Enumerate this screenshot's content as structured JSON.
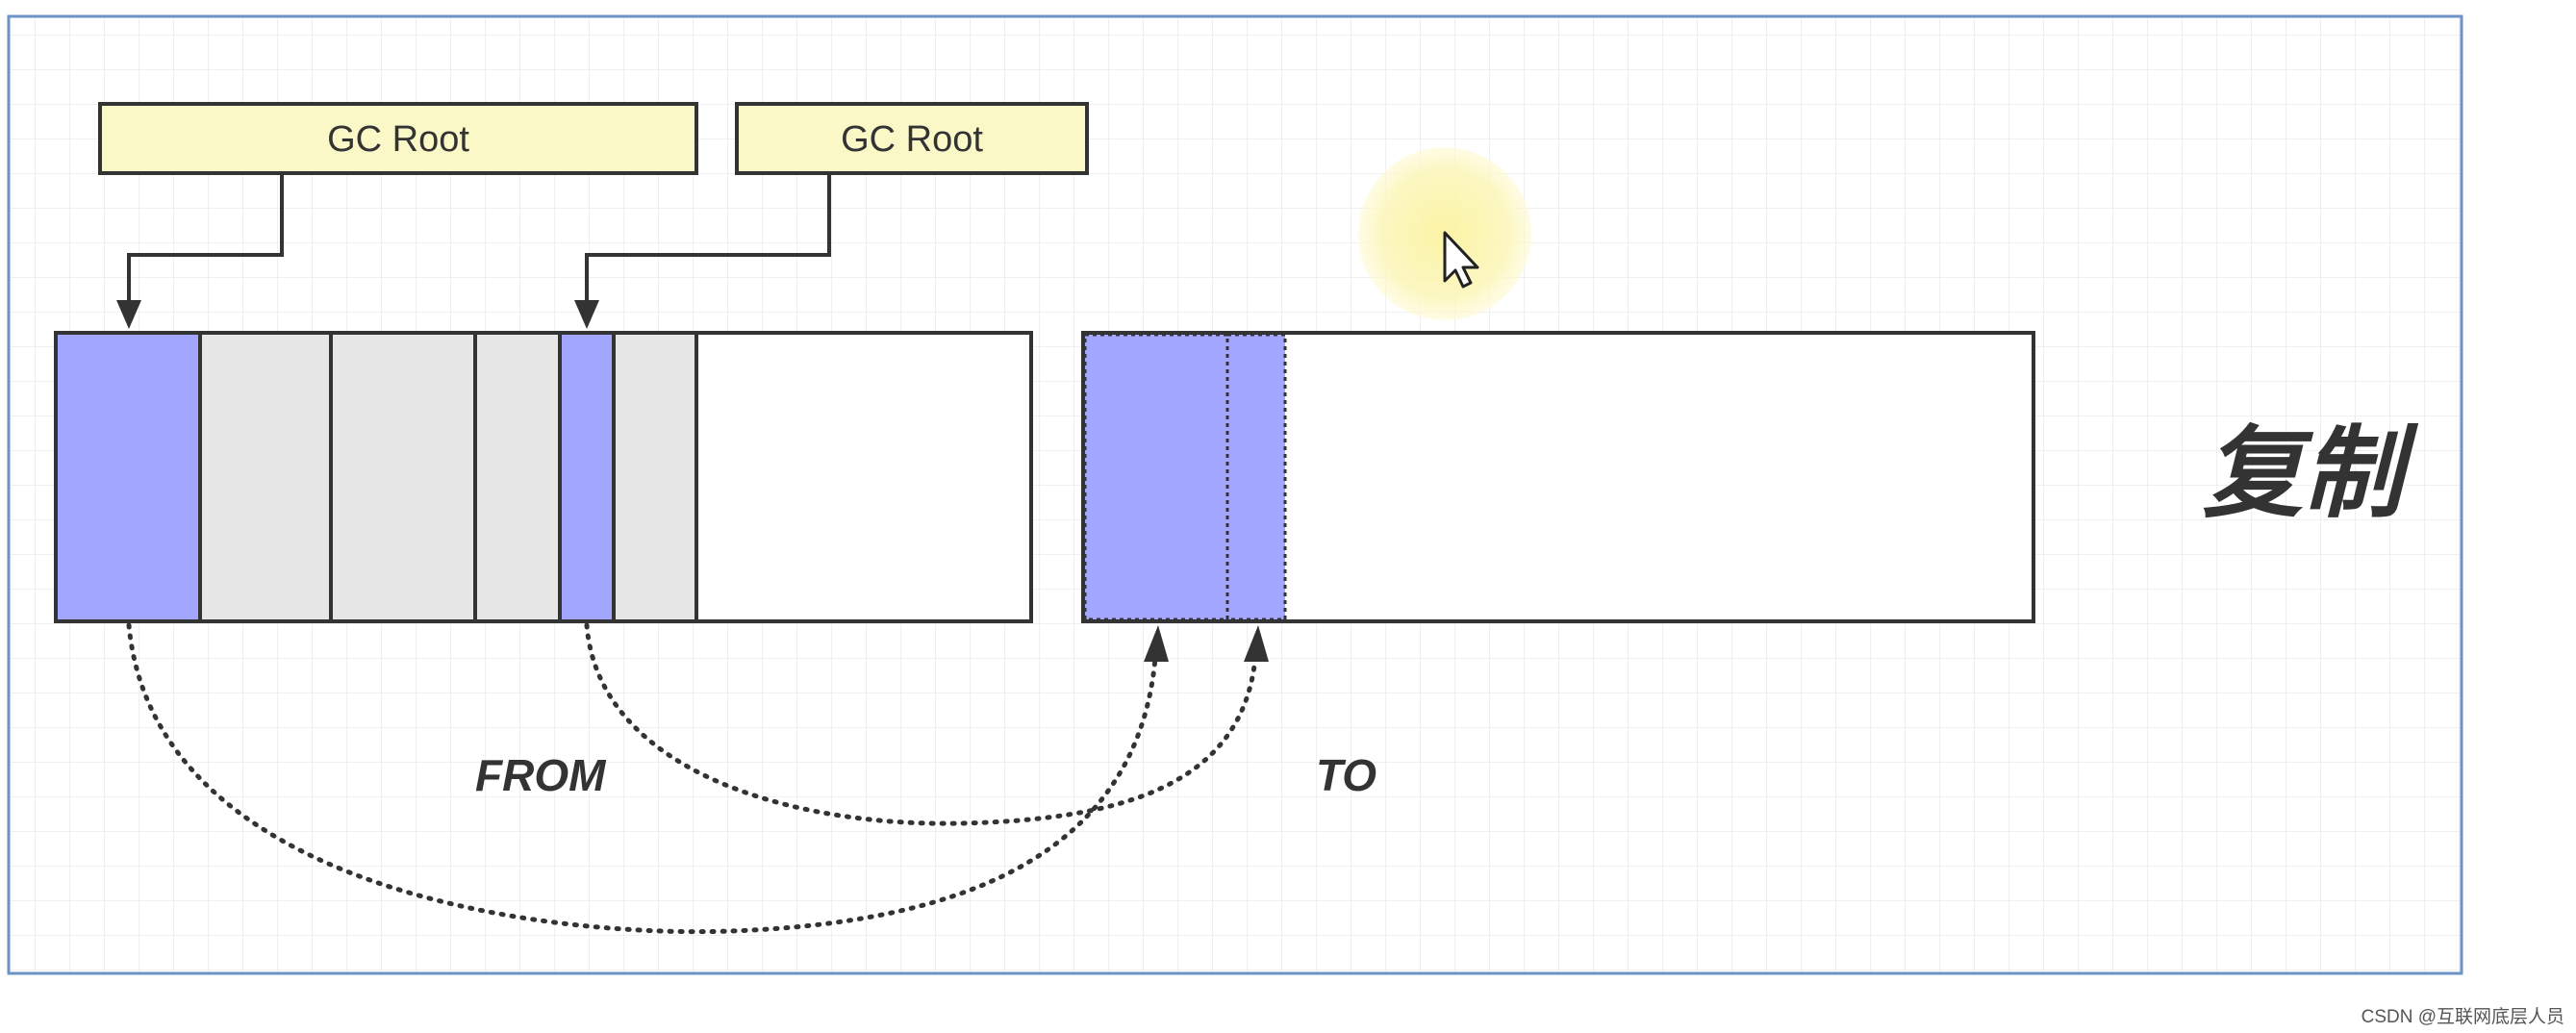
{
  "gc_roots": [
    {
      "label": "GC Root"
    },
    {
      "label": "GC Root"
    }
  ],
  "regions": {
    "from_label": "FROM",
    "to_label": "TO"
  },
  "operation_label": "复制",
  "watermark": "CSDN @互联网底层人员",
  "colors": {
    "live_object": "#a3a6ff",
    "dead_object": "#e6e6e6",
    "root_box": "#fbf8c8",
    "border": "#333333",
    "frame": "#6b93c8",
    "grid": "#e8eaec",
    "cursor_highlight": "#fbf6b0"
  },
  "icons": {
    "cursor": "mouse-pointer-icon"
  }
}
